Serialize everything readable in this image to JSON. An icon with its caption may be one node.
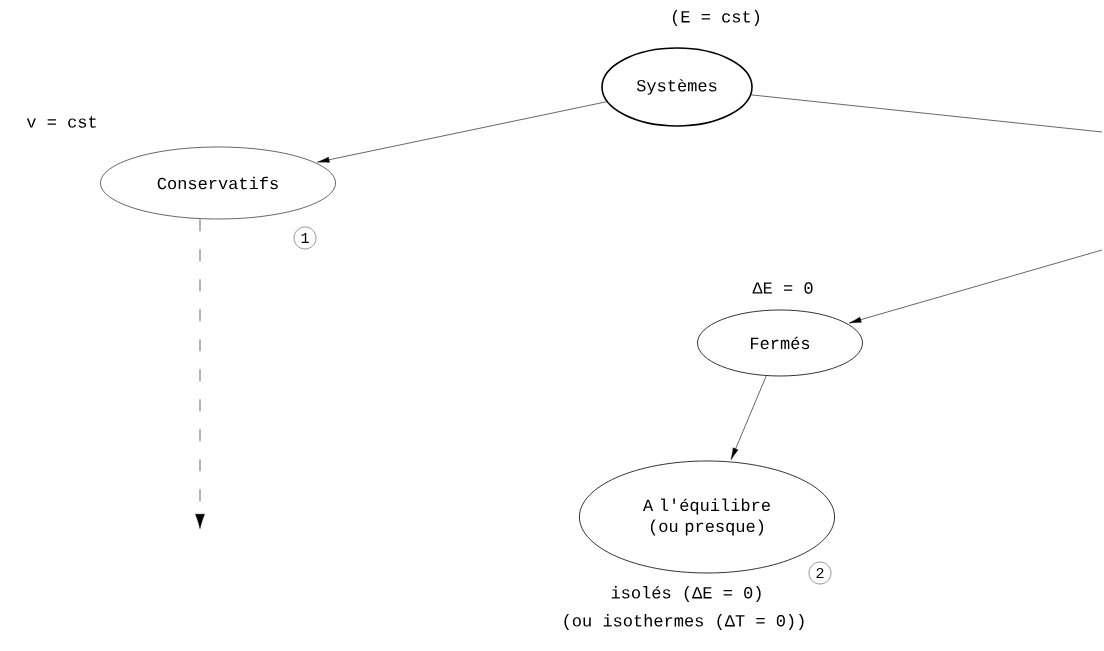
{
  "diagram": {
    "nodes": [
      {
        "text": [
          "Systèmes"
        ],
        "beside": [
          "(E = cst)"
        ]
      },
      {
        "text": [
          "Conservatifs"
        ],
        "beside": [
          "v = cst"
        ]
      },
      {
        "text": [
          "Fermés"
        ],
        "beside": [
          "ΔE = 0"
        ]
      },
      {
        "text": [
          "A l'équilibre (ou presque)"
        ],
        "beside": [
          "isolés (ΔE = 0)",
          "(ou isothermes (ΔT = 0))"
        ]
      }
    ],
    "edges": [
      {
        "from": 0,
        "to": 1,
        "arrow": "to"
      },
      {
        "from": 0,
        "to": null,
        "arrow": "none"
      },
      {
        "from": null,
        "to": 2,
        "arrow": "to"
      },
      {
        "from": 2,
        "to": 3,
        "arrow": "to"
      },
      {
        "from": 1,
        "to": null,
        "arrow": "to",
        "style": "dashed"
      }
    ],
    "labels": [
      "1",
      "2"
    ]
  }
}
